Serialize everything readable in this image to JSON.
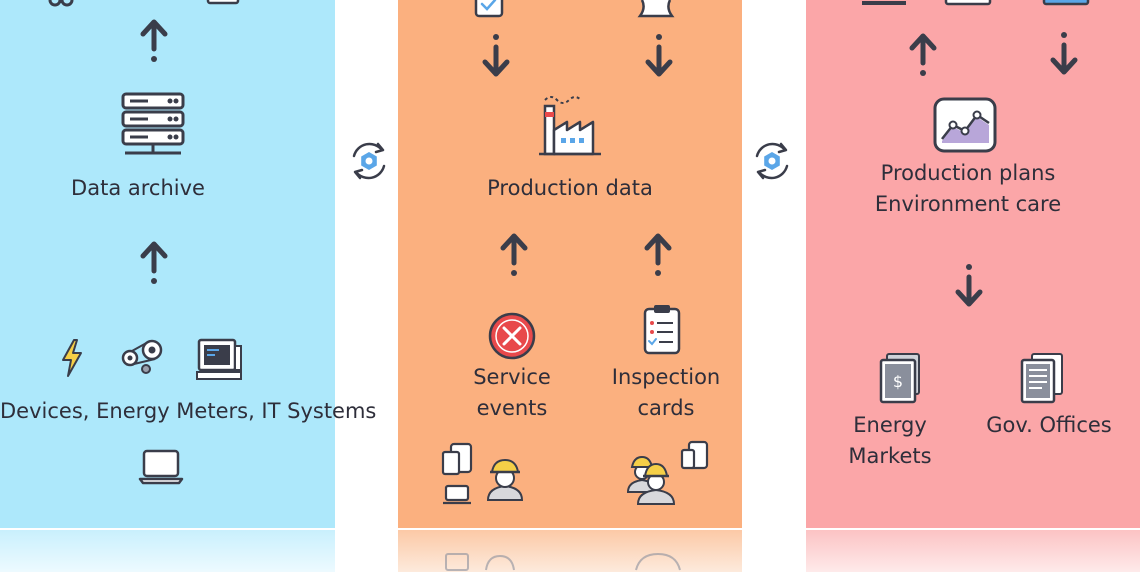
{
  "left_panel": {
    "archive_label": "Data archive",
    "sources_label": "Devices, Energy Meters, IT Systems"
  },
  "middle_panel": {
    "production_label": "Production data",
    "service_label": "Service\nevents",
    "inspection_label": "Inspection\ncards"
  },
  "right_panel": {
    "plans_label": "Production plans\nEnvironment care",
    "markets_label": "Energy\nMarkets",
    "gov_label": "Gov. Offices"
  },
  "colors": {
    "left_panel": "#ade8fb",
    "middle_panel": "#fbb07f",
    "right_panel": "#fba6a8",
    "icon_dark": "#3a3d4a",
    "accent_blue": "#5aa6e8",
    "alert_red": "#e8494b"
  }
}
